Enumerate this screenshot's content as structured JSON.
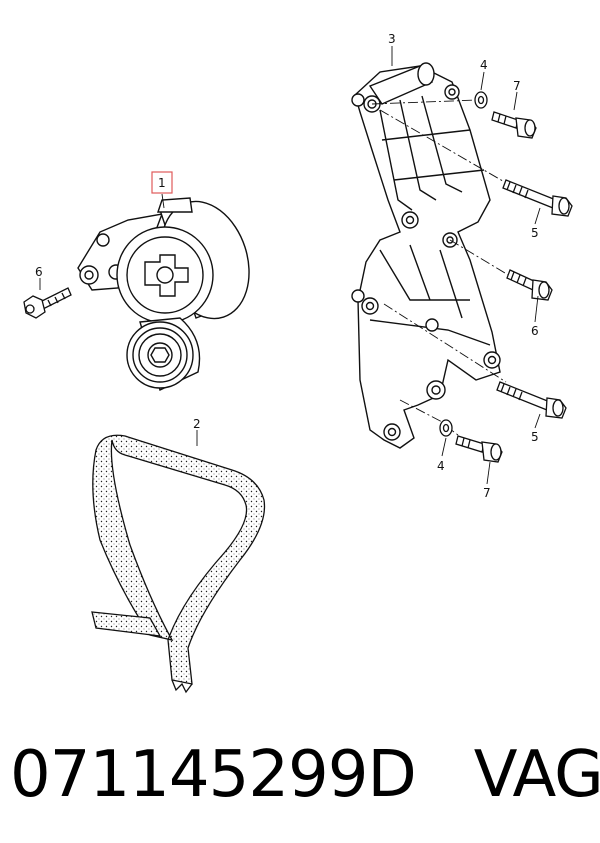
{
  "callouts": {
    "tensioner": "1",
    "belt": "2",
    "bracket": "3",
    "washer_top": "4",
    "washer_bottom": "4",
    "bolt_long_top": "5",
    "bolt_long_bottom": "5",
    "bolt_left": "6",
    "bolt_mid": "6",
    "bolt_short_top": "7",
    "bolt_short_bottom": "7"
  },
  "highlight_color": "#e05a5a",
  "caption": "071145299D   VAG"
}
